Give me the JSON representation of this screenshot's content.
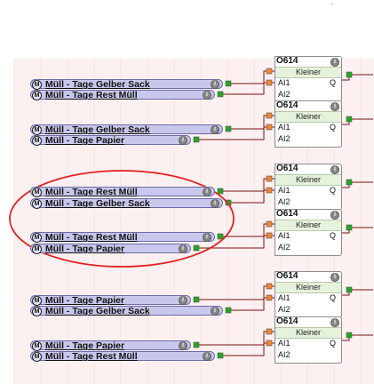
{
  "canvas": {
    "background": "#fdf0f0",
    "grid_line": "#f2d8d8",
    "wire_color": "#7a1010",
    "input_connector": "#22aa22",
    "block_connector": "#ee8833",
    "highlight_color": "#e02020"
  },
  "annotation_mark": ".",
  "blocks": [
    {
      "id": "O614",
      "name": "Kleiner",
      "in1": "AI1",
      "in2": "AI2",
      "out": "Q",
      "info": "i",
      "inputs": [
        {
          "label": "Müll - Tage Gelber Sack",
          "m": "M",
          "info": "i"
        },
        {
          "label": "Müll - Tage Rest Müll",
          "m": "M",
          "info": "i"
        }
      ]
    },
    {
      "id": "O614",
      "name": "Kleiner",
      "in1": "AI1",
      "in2": "AI2",
      "out": "Q",
      "info": "i",
      "inputs": [
        {
          "label": "Müll - Tage Gelber Sack",
          "m": "M",
          "info": "i"
        },
        {
          "label": "Müll - Tage Papier",
          "m": "M",
          "info": "i"
        }
      ]
    },
    {
      "id": "O614",
      "name": "Kleiner",
      "in1": "AI1",
      "in2": "AI2",
      "out": "Q",
      "info": "i",
      "inputs": [
        {
          "label": "Müll - Tage Rest Müll",
          "m": "M",
          "info": "i"
        },
        {
          "label": "Müll - Tage Gelber Sack",
          "m": "M",
          "info": "i"
        }
      ]
    },
    {
      "id": "O614",
      "name": "Kleiner",
      "in1": "AI1",
      "in2": "AI2",
      "out": "Q",
      "info": "i",
      "inputs": [
        {
          "label": "Müll - Tage Rest Müll",
          "m": "M",
          "info": "i"
        },
        {
          "label": "Müll - Tage Papier",
          "m": "M",
          "info": "i"
        }
      ]
    },
    {
      "id": "O614",
      "name": "Kleiner",
      "in1": "AI1",
      "in2": "AI2",
      "out": "Q",
      "info": "i",
      "inputs": [
        {
          "label": "Müll - Tage Papier",
          "m": "M",
          "info": "i"
        },
        {
          "label": "Müll - Tage Gelber Sack",
          "m": "M",
          "info": "i"
        }
      ]
    },
    {
      "id": "O614",
      "name": "Kleiner",
      "in1": "AI1",
      "in2": "AI2",
      "out": "Q",
      "info": "i",
      "inputs": [
        {
          "label": "Müll - Tage Papier",
          "m": "M",
          "info": "i"
        },
        {
          "label": "Müll - Tage Rest Müll",
          "m": "M",
          "info": "i"
        }
      ]
    }
  ]
}
